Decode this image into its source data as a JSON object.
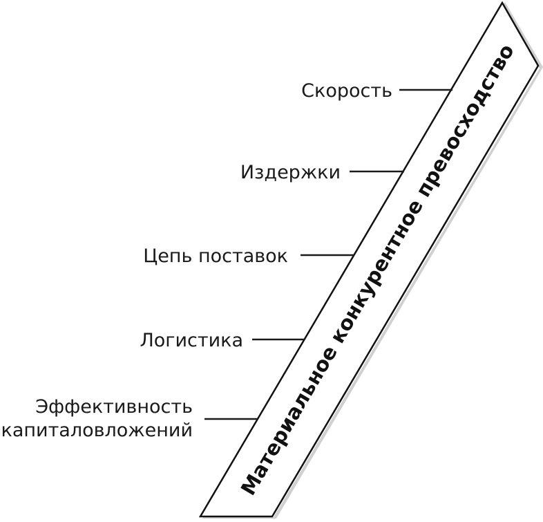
{
  "band": {
    "title": "Материальное конкурентное превосходство"
  },
  "factors": [
    {
      "label": "Скорость"
    },
    {
      "label": "Издержки"
    },
    {
      "label": "Цепь поставок"
    },
    {
      "label": "Логистика"
    },
    {
      "label": "Эффективность",
      "label2": "капиталовложений"
    }
  ],
  "colors": {
    "outline": "#111111",
    "shadow": "#bdbdbd",
    "text": "#1a1a1a"
  }
}
